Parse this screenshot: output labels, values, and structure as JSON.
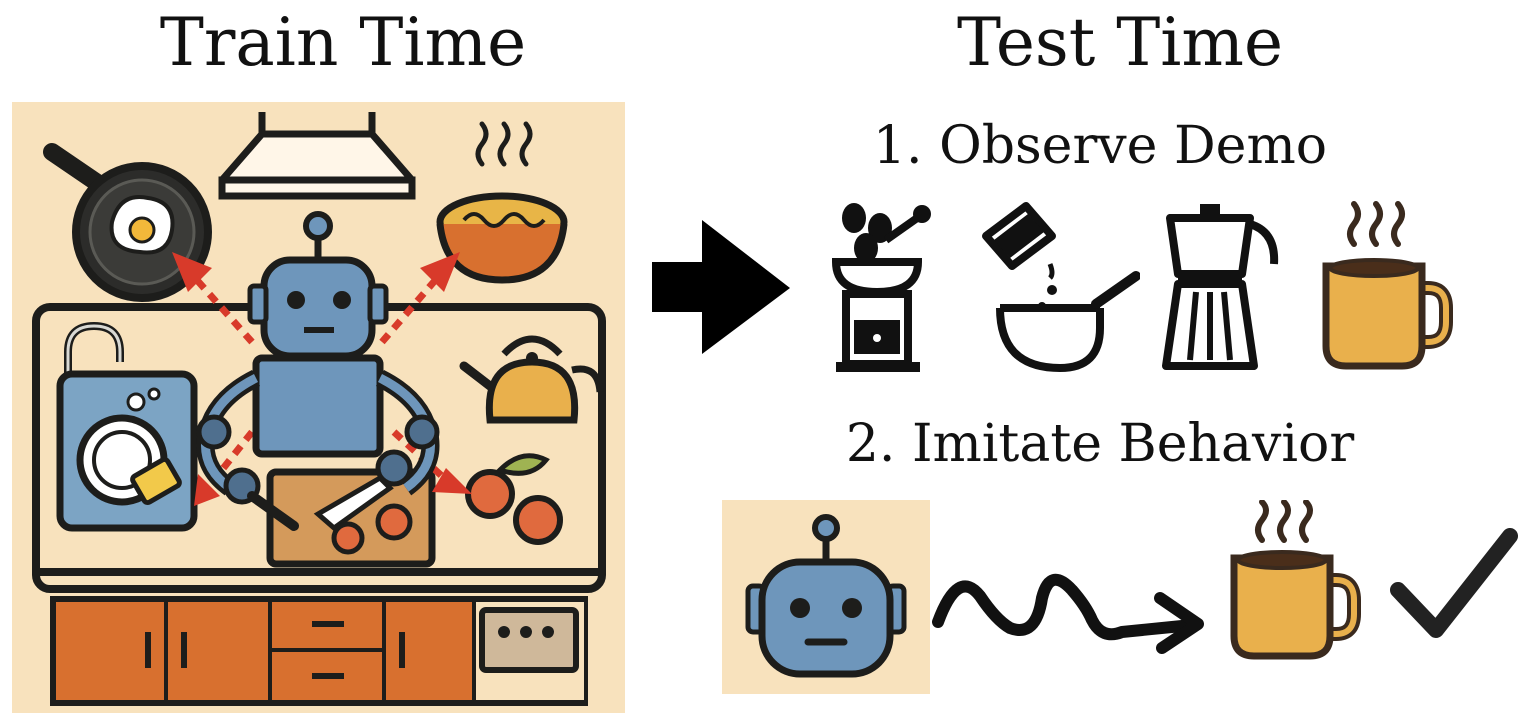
{
  "train": {
    "title": "Train Time"
  },
  "test": {
    "title": "Test Time",
    "step1": "1. Observe Demo",
    "step2": "2. Imitate Behavior"
  },
  "colors": {
    "background_panel": "#f8e2bd",
    "robot_blue": "#6e96bb",
    "outline": "#1d1d1b",
    "arrow_red": "#d83a2a",
    "cabinet_orange": "#d8702f",
    "mug_yellow": "#e9b04c"
  },
  "icons": {
    "train_scene": [
      "frying-pan-icon",
      "range-hood-icon",
      "noodle-bowl-icon",
      "robot-icon",
      "sink-icon",
      "kettle-icon",
      "cutting-board-icon",
      "fruit-icon",
      "oven-icon"
    ],
    "demo_sequence": [
      "coffee-grinder-icon",
      "pouring-water-icon",
      "moka-pot-icon",
      "coffee-mug-icon"
    ],
    "imitation_sequence": [
      "robot-head-icon",
      "squiggle-arrow-icon",
      "coffee-mug-icon",
      "checkmark-icon"
    ]
  }
}
